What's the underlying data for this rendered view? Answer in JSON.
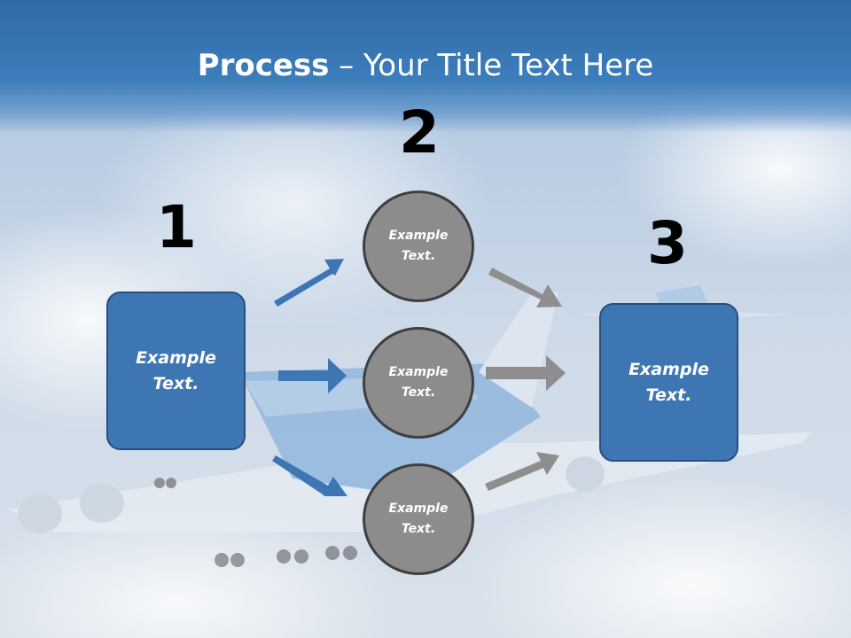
{
  "title": {
    "bold": "Process",
    "rest": " – Your Title Text Here"
  },
  "steps": [
    {
      "number": "1",
      "text": "Example Text."
    },
    {
      "number": "2"
    },
    {
      "number": "3",
      "text": "Example Text."
    }
  ],
  "circles": [
    {
      "text": "Example Text."
    },
    {
      "text": "Example Text."
    },
    {
      "text": "Example Text."
    }
  ],
  "colors": {
    "box_fill": "#3e76b4",
    "box_border": "#26507e",
    "circle_fill": "#8c8c8c",
    "circle_border": "#3f3f3f",
    "blue_arrow": "#3e76b4",
    "gray_arrow": "#8e8e8e",
    "banner": "#2f6aa6"
  }
}
